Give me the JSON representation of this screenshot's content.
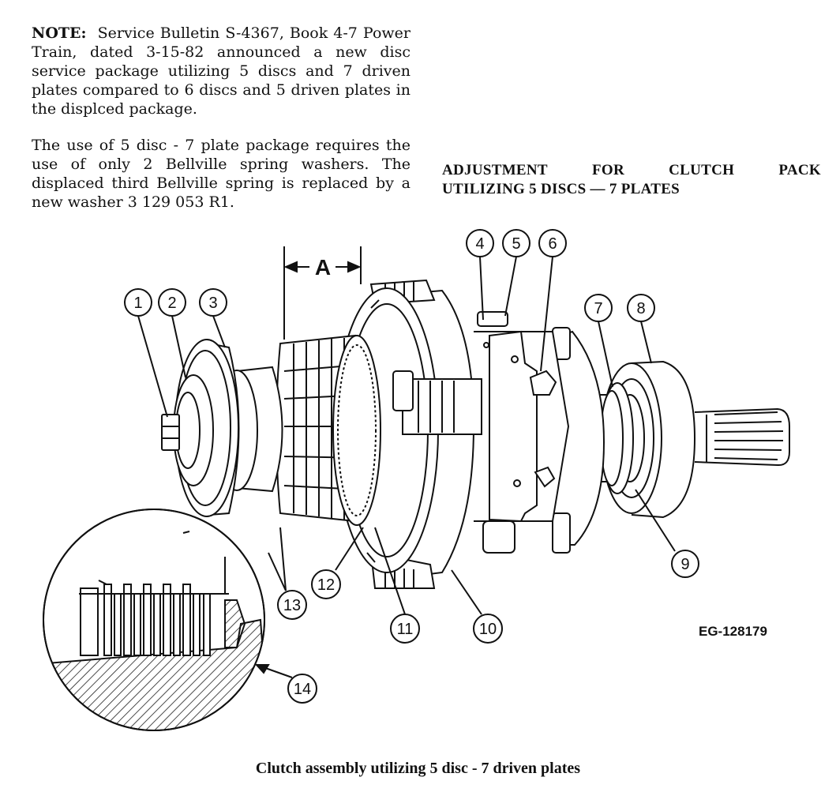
{
  "note": {
    "label": "NOTE:",
    "paragraph1": "Service Bulletin S-4367, Book 4-7 Power Train, dated 3-15-82 announced a new disc service package utilizing 5 discs and 7 driven plates compared to 6 discs and 5 driven plates in the displced package.",
    "paragraph2": "The use of 5 disc - 7 plate package requires the use of only 2 Bellville spring washers. The displaced third Bellville spring is replaced by a new washer 3 129 053 R1."
  },
  "heading": {
    "words": [
      "ADJUSTMENT",
      "FOR",
      "CLUTCH",
      "PACK"
    ],
    "line2": "UTILIZING 5 DISCS — 7 PLATES"
  },
  "diagram": {
    "dimension_label": "A",
    "callouts": [
      "1",
      "2",
      "3",
      "4",
      "5",
      "6",
      "7",
      "8",
      "9",
      "10",
      "11",
      "12",
      "13",
      "14"
    ],
    "figure_code": "EG-128179"
  },
  "caption": "Clutch assembly utilizing 5 disc - 7 driven plates"
}
